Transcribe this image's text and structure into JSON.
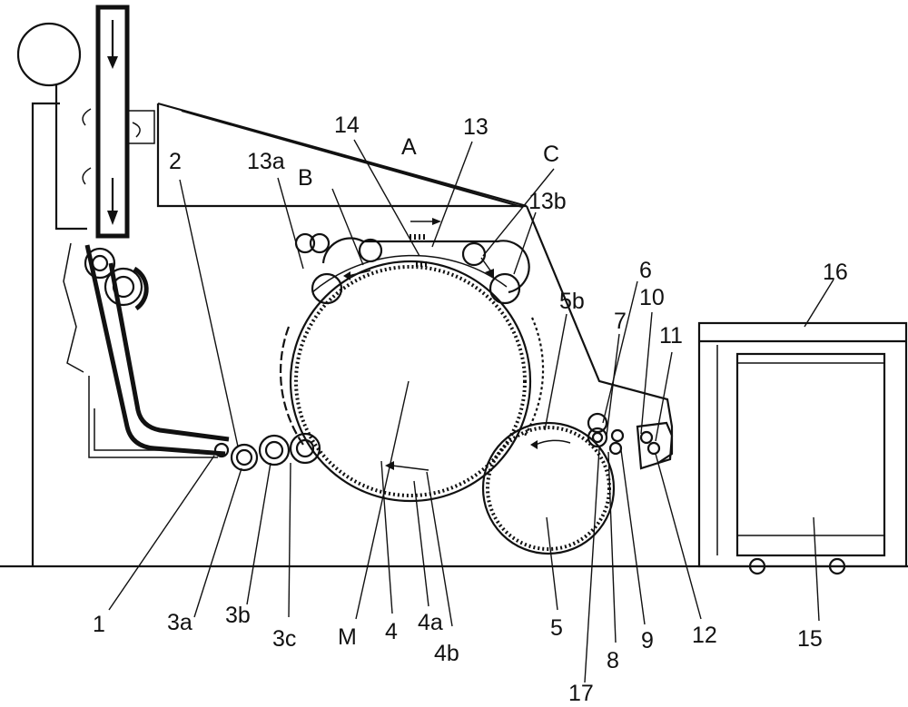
{
  "labels": {
    "l1": "1",
    "l2": "2",
    "l3a": "3a",
    "l3b": "3b",
    "l3c": "3c",
    "lM": "M",
    "l4": "4",
    "l4a": "4a",
    "l4b": "4b",
    "l5": "5",
    "l5b": "5b",
    "l6": "6",
    "l7": "7",
    "l8": "8",
    "l9": "9",
    "l10": "10",
    "l11": "11",
    "l12": "12",
    "l13": "13",
    "l13a": "13a",
    "l13b": "13b",
    "l14": "14",
    "l15": "15",
    "l16": "16",
    "l17": "17",
    "lA": "A",
    "lB": "B",
    "lC": "C"
  }
}
